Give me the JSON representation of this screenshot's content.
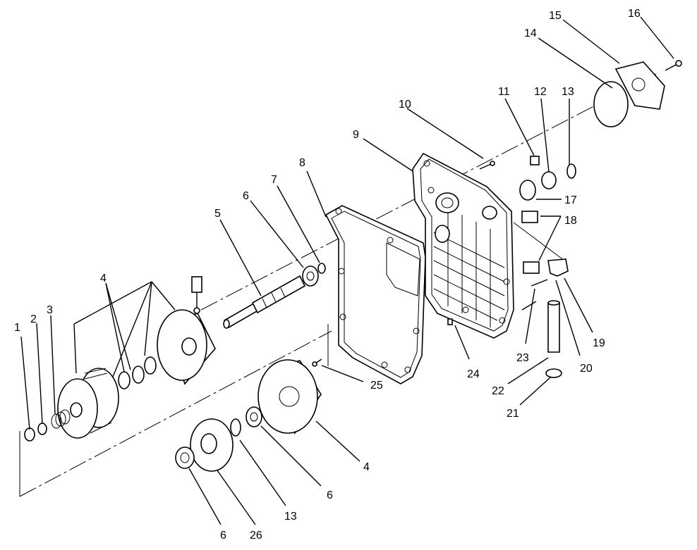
{
  "diagram": {
    "callouts": [
      {
        "id": "c1",
        "label": "1"
      },
      {
        "id": "c2",
        "label": "2"
      },
      {
        "id": "c3",
        "label": "3"
      },
      {
        "id": "c4a",
        "label": "4"
      },
      {
        "id": "c5",
        "label": "5"
      },
      {
        "id": "c6a",
        "label": "6"
      },
      {
        "id": "c7",
        "label": "7"
      },
      {
        "id": "c8",
        "label": "8"
      },
      {
        "id": "c9",
        "label": "9"
      },
      {
        "id": "c10",
        "label": "10"
      },
      {
        "id": "c11",
        "label": "11"
      },
      {
        "id": "c12",
        "label": "12"
      },
      {
        "id": "c13a",
        "label": "13"
      },
      {
        "id": "c14",
        "label": "14"
      },
      {
        "id": "c15",
        "label": "15"
      },
      {
        "id": "c16",
        "label": "16"
      },
      {
        "id": "c17",
        "label": "17"
      },
      {
        "id": "c18",
        "label": "18"
      },
      {
        "id": "c19",
        "label": "19"
      },
      {
        "id": "c20",
        "label": "20"
      },
      {
        "id": "c21",
        "label": "21"
      },
      {
        "id": "c22",
        "label": "22"
      },
      {
        "id": "c23",
        "label": "23"
      },
      {
        "id": "c24",
        "label": "24"
      },
      {
        "id": "c25",
        "label": "25"
      },
      {
        "id": "c4b",
        "label": "4"
      },
      {
        "id": "c6b",
        "label": "6"
      },
      {
        "id": "c13b",
        "label": "13"
      },
      {
        "id": "c26",
        "label": "26"
      },
      {
        "id": "c6c",
        "label": "6"
      }
    ]
  }
}
